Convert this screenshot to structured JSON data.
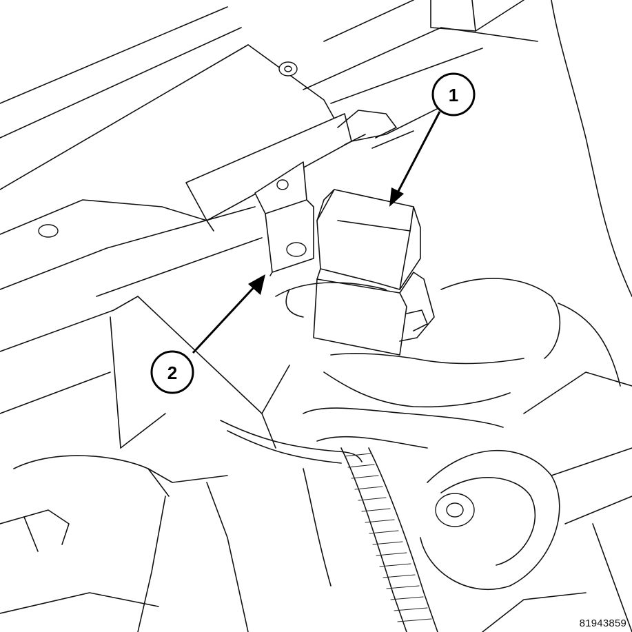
{
  "figure": {
    "id": "81943859"
  },
  "callouts": [
    {
      "number": "1"
    },
    {
      "number": "2"
    }
  ],
  "colors": {
    "line": "#111111",
    "background": "#ffffff"
  }
}
